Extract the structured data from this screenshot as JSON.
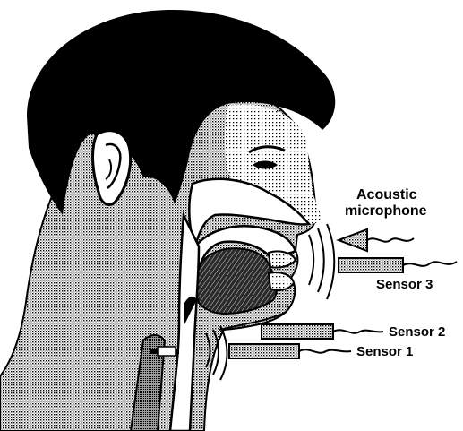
{
  "labels": {
    "acoustic_microphone_line1": "Acoustic",
    "acoustic_microphone_line2": "microphone",
    "sensor3": "Sensor 3",
    "sensor2": "Sensor 2",
    "sensor1": "Sensor 1"
  },
  "colors": {
    "ink": "#000000",
    "stipple_light": "#bdbdbd",
    "stipple_dark": "#5a5a5a",
    "paper": "#ffffff"
  },
  "icons": {
    "microphone": "cone-microphone-icon",
    "sensor": "rectangular-sensor-icon",
    "sound_wave": "arc-wave-icon"
  }
}
